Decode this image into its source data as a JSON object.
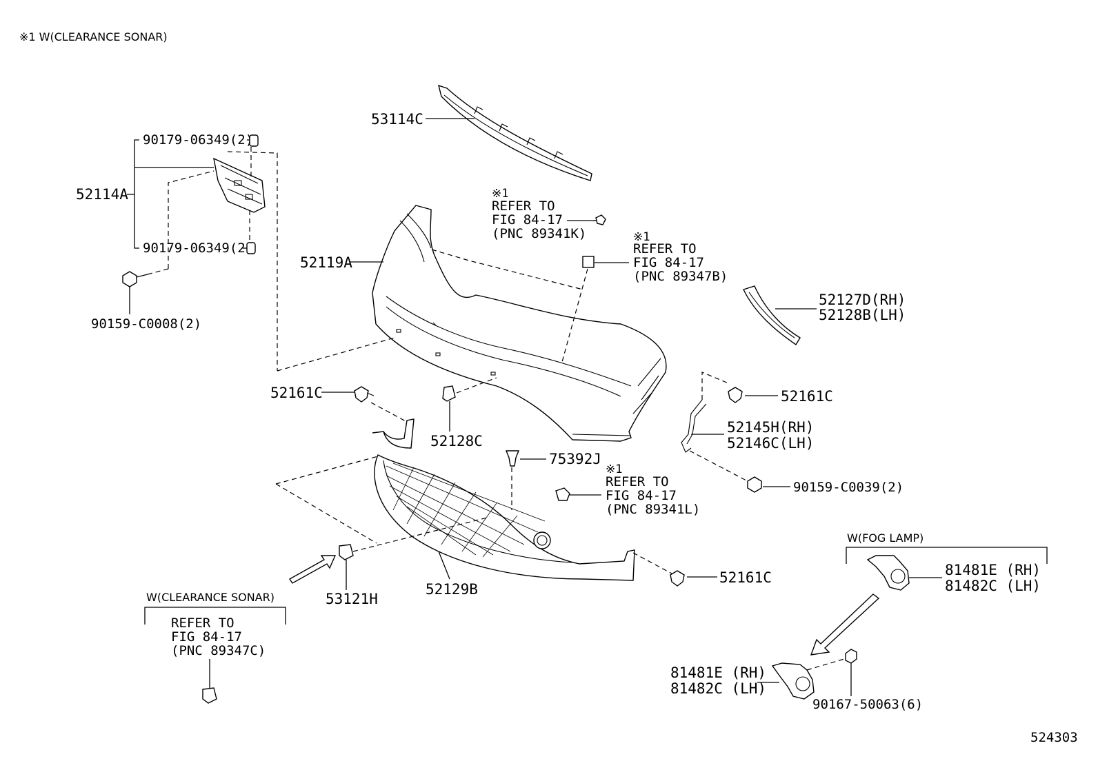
{
  "header": {
    "note": "※1  W(CLEARANCE SONAR)"
  },
  "figure_id": "524303",
  "parts": {
    "p53114C": "53114C",
    "p90179a": "90179-06349(2)",
    "p90179b": "90179-06349(2)",
    "p52114A": "52114A",
    "p90159C0008": "90159-C0008(2)",
    "p52119A": "52119A",
    "p52127D": "52127D(RH)",
    "p52128B": "52128B(LH)",
    "p52161C_left": "52161C",
    "p52161C_right": "52161C",
    "p52161C_bottom": "52161C",
    "p52128C": "52128C",
    "p52145H": "52145H(RH)",
    "p52146C": "52146C(LH)",
    "p75392J": "75392J",
    "p90159C0039": "90159-C0039(2)",
    "p53121H": "53121H",
    "p52129B": "52129B",
    "p81481E_top": "81481E (RH)",
    "p81482C_top": "81482C (LH)",
    "p81481E_bot": "81481E (RH)",
    "p81482C_bot": "81482C (LH)",
    "p90167": "90167-50063(6)"
  },
  "refs": {
    "r1": {
      "mark": "※1",
      "l1": "REFER TO",
      "l2": "FIG 84-17",
      "l3": "(PNC 89341K)"
    },
    "r2": {
      "mark": "※1",
      "l1": "REFER TO",
      "l2": "FIG 84-17",
      "l3": "(PNC 89347B)"
    },
    "r3": {
      "mark": "※1",
      "l1": "REFER TO",
      "l2": "FIG 84-17",
      "l3": "(PNC 89341L)"
    },
    "r4": {
      "l1": "REFER TO",
      "l2": "FIG 84-17",
      "l3": "(PNC 89347C)"
    }
  },
  "groups": {
    "clearance_sonar": "W(CLEARANCE SONAR)",
    "fog_lamp": "W(FOG LAMP)"
  }
}
